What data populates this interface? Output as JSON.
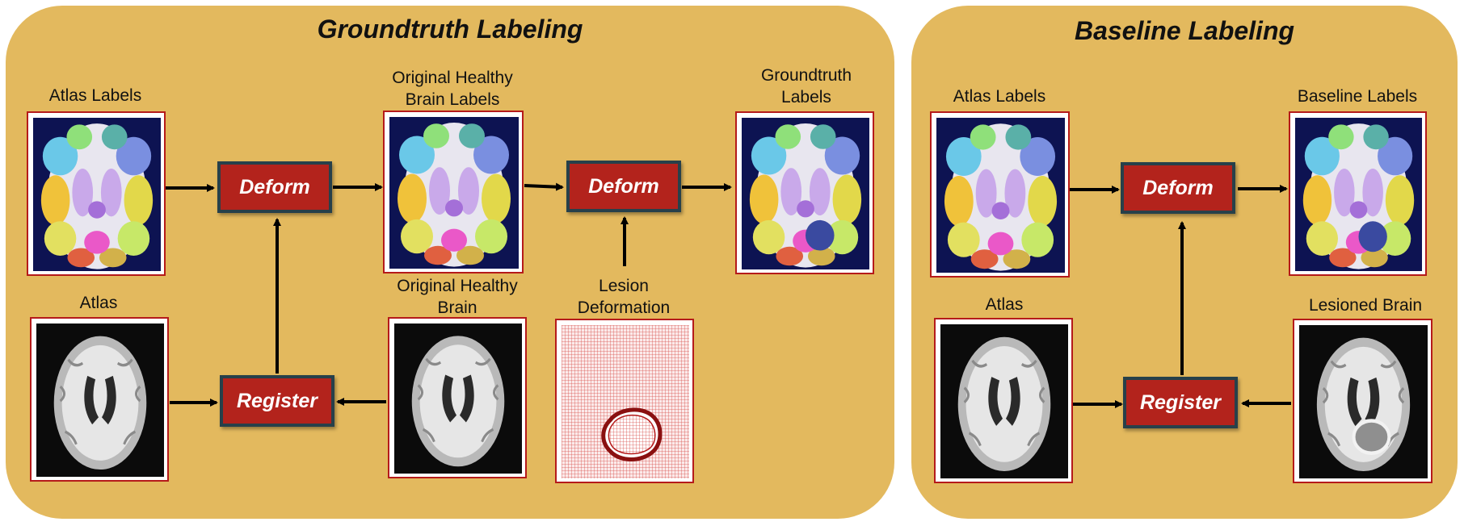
{
  "left_panel": {
    "title": "Groundtruth Labeling",
    "labels": {
      "atlas_labels": "Atlas Labels",
      "atlas": "Atlas",
      "orig_healthy_labels_1": "Original Healthy",
      "orig_healthy_labels_2": "Brain Labels",
      "orig_healthy_brain_1": "Original Healthy",
      "orig_healthy_brain_2": "Brain",
      "lesion_def_1": "Lesion",
      "lesion_def_2": "Deformation",
      "gt_labels_1": "Groundtruth",
      "gt_labels_2": "Labels"
    },
    "boxes": {
      "deform1": "Deform",
      "deform2": "Deform",
      "register": "Register"
    }
  },
  "right_panel": {
    "title": "Baseline Labeling",
    "labels": {
      "atlas_labels": "Atlas Labels",
      "atlas": "Atlas",
      "baseline_labels": "Baseline Labels",
      "lesioned_brain": "Lesioned Brain"
    },
    "boxes": {
      "deform": "Deform",
      "register": "Register"
    }
  },
  "colors": {
    "panel": "#e3b95e",
    "box_fill": "#b3231c",
    "box_border": "#27404a",
    "image_border": "#b51a1a",
    "arrow": "#000000"
  }
}
